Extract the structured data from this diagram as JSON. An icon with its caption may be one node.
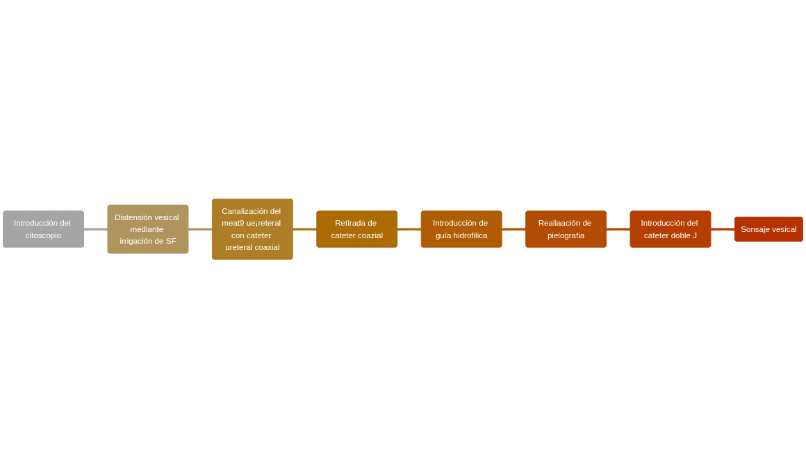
{
  "diagram": {
    "nodes": [
      {
        "text": [
          "Introducción del citoscopio"
        ]
      },
      {
        "text": [
          "Distensión vesical mediante irrigación de SF"
        ]
      },
      {
        "text": [
          "Canalización del meat9 ue¡reteral con cateter ureteral coaxial"
        ]
      },
      {
        "text": [
          "Retirada de cateter coazial"
        ]
      },
      {
        "text": [
          "Introducción de guía hidrofilica"
        ]
      },
      {
        "text": [
          "Realiaación de pielografia"
        ]
      },
      {
        "text": [
          "Introducción del cateter doble J"
        ]
      },
      {
        "text": [
          "Sonsaje vesical"
        ]
      }
    ],
    "edges": [
      {
        "from": 0,
        "to": 1,
        "arrow": "none",
        "color": "#a5a5a5"
      },
      {
        "from": 1,
        "to": 2,
        "arrow": "none",
        "color": "#b0945e"
      },
      {
        "from": 2,
        "to": 3,
        "arrow": "none",
        "color": "#ab7c1a"
      },
      {
        "from": 3,
        "to": 4,
        "arrow": "none",
        "color": "#ae6a0a"
      },
      {
        "from": 4,
        "to": 5,
        "arrow": "none",
        "color": "#b05402"
      },
      {
        "from": 5,
        "to": 6,
        "arrow": "none",
        "color": "#b24602"
      },
      {
        "from": 6,
        "to": 7,
        "arrow": "none",
        "color": "#b43c00"
      }
    ]
  }
}
